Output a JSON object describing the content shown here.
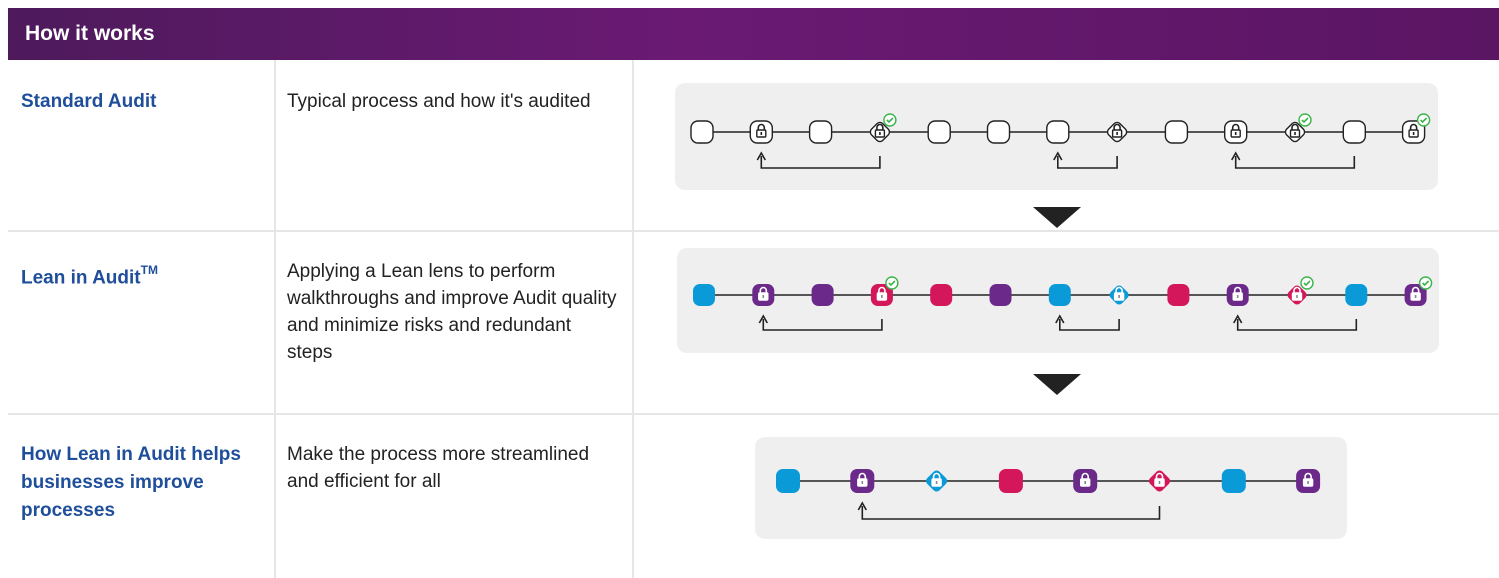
{
  "header": {
    "title": "How it works"
  },
  "rows": [
    {
      "label": "Standard Audit",
      "label_sup": "",
      "description": "Typical process and how it's audited"
    },
    {
      "label": "Lean in Audit",
      "label_sup": "TM",
      "description": "Applying a Lean lens to perform walkthroughs and improve Audit quality and minimize risks and redundant steps"
    },
    {
      "label": "How Lean in Audit helps businesses improve processes",
      "label_sup": "",
      "description": "Make the process more streamlined and efficient for all"
    }
  ],
  "colors": {
    "header": "#5e1a68",
    "label": "#1f4e9b",
    "blue": "#0a9ad8",
    "purple": "#6b2a8a",
    "magenta": "#d4175a",
    "check": "#3bb54a",
    "panel": "#efefef"
  },
  "flows": {
    "standard": {
      "nodes": [
        "step",
        "lock",
        "step",
        "lock-diamond-check",
        "step",
        "step",
        "step",
        "diamond-lock",
        "step",
        "lock",
        "lock-diamond-check",
        "step",
        "lock-check"
      ],
      "loops": [
        [
          1,
          3
        ],
        [
          6,
          7
        ],
        [
          9,
          11
        ]
      ]
    },
    "lean": {
      "nodes": [
        "blue",
        "purple-lock",
        "purple",
        "magenta-lock-check",
        "magenta",
        "purple",
        "blue",
        "blue-diamond-lock",
        "magenta",
        "purple-lock",
        "magenta-diamond-lock-check",
        "blue",
        "purple-lock-check"
      ],
      "loops": [
        [
          1,
          3
        ],
        [
          6,
          7
        ],
        [
          9,
          11
        ]
      ]
    },
    "streamlined": {
      "nodes": [
        "blue",
        "purple-lock",
        "blue-diamond-lock",
        "magenta",
        "purple-lock",
        "magenta-diamond-lock",
        "blue",
        "purple-lock"
      ],
      "loops": [
        [
          1,
          5
        ]
      ]
    }
  }
}
